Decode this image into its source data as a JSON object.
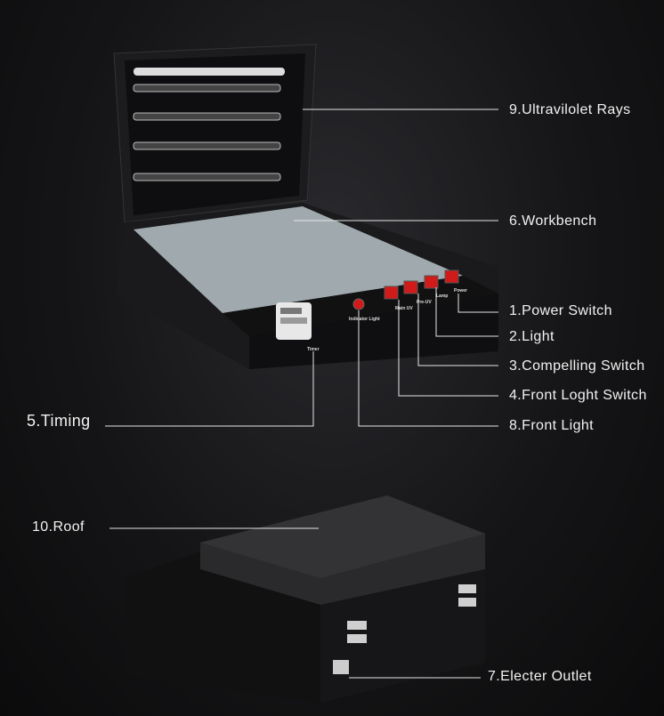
{
  "callouts": {
    "uv_rays": "9.Ultravilolet Rays",
    "workbench": "6.Workbench",
    "power_switch": "1.Power Switch",
    "light": "2.Light",
    "compelling_switch": "3.Compelling Switch",
    "front_loght_switch": "4.Front Loght Switch",
    "timing": "5.Timing",
    "front_light": "8.Front Light",
    "roof": "10.Roof",
    "electer_outlet": "7.Electer Outlet"
  },
  "device_labels": {
    "timer": "Timer",
    "indicator": "Indicator Light",
    "main_uv": "Main UV",
    "pre_uv": "Pre-UV",
    "lamp": "Lamp",
    "power": "Power"
  },
  "colors": {
    "switch_red": "#d11a1a",
    "line": "#e6e6e6"
  }
}
